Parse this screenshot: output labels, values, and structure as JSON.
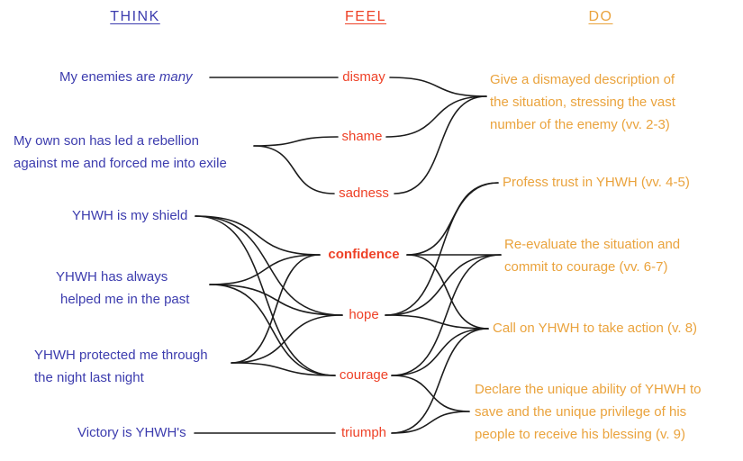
{
  "columns": [
    {
      "id": "think",
      "label": "THINK",
      "color": "#3c3cae"
    },
    {
      "id": "feel",
      "label": "FEEL",
      "color": "#ee4127"
    },
    {
      "id": "do",
      "label": "DO",
      "color": "#eaa33d"
    }
  ],
  "think": [
    {
      "id": "enemies",
      "pre": "My enemies are ",
      "em": "many"
    },
    {
      "id": "rebellion",
      "lines": [
        "My own son has led a rebellion",
        "against me and forced me into exile"
      ]
    },
    {
      "id": "shield",
      "lines": [
        "YHWH is my shield"
      ]
    },
    {
      "id": "helped",
      "lines": [
        "YHWH has always",
        "helped me in the past"
      ]
    },
    {
      "id": "protected",
      "lines": [
        "YHWH protected me through",
        "the night last night"
      ]
    },
    {
      "id": "victory",
      "lines": [
        "Victory is YHWH's"
      ]
    }
  ],
  "feel": [
    {
      "id": "dismay",
      "label": "dismay"
    },
    {
      "id": "shame",
      "label": "shame"
    },
    {
      "id": "sadness",
      "label": "sadness"
    },
    {
      "id": "confidence",
      "label": "confidence",
      "bold": true
    },
    {
      "id": "hope",
      "label": "hope"
    },
    {
      "id": "courage",
      "label": "courage"
    },
    {
      "id": "triumph",
      "label": "triumph"
    }
  ],
  "do": [
    {
      "id": "describe",
      "lines": [
        "Give a dismayed description of",
        "the situation, stressing the vast",
        "number of the enemy (vv. 2-3)"
      ]
    },
    {
      "id": "profess",
      "lines": [
        "Profess trust in YHWH (vv. 4-5)"
      ]
    },
    {
      "id": "reevaluate",
      "lines": [
        "Re-evaluate the situation and",
        "commit to courage (vv. 6-7)"
      ]
    },
    {
      "id": "call",
      "lines": [
        "Call on YHWH to take action (v. 8)"
      ]
    },
    {
      "id": "declare",
      "lines": [
        "Declare the unique ability of YHWH to",
        "save and the unique privilege of his",
        "people to receive his blessing (v. 9)"
      ]
    }
  ],
  "edges": {
    "stroke": "#1c1c1c",
    "width": 1.6,
    "anchors": {
      "enemies": {
        "out": [
          233,
          86
        ]
      },
      "rebellion": {
        "out": [
          282,
          162
        ]
      },
      "shield": {
        "out": [
          217,
          240
        ]
      },
      "helped": {
        "out": [
          233,
          316
        ]
      },
      "protected": {
        "out": [
          257,
          403
        ]
      },
      "victory": {
        "out": [
          216,
          481
        ]
      },
      "dismay": {
        "in": [
          375,
          86
        ],
        "out": [
          433,
          86
        ]
      },
      "shame": {
        "in": [
          375,
          152
        ],
        "out": [
          429,
          152
        ]
      },
      "sadness": {
        "in": [
          371,
          215
        ],
        "out": [
          438,
          215
        ]
      },
      "confidence": {
        "in": [
          355,
          283
        ],
        "out": [
          452,
          283
        ]
      },
      "hope": {
        "in": [
          380,
          350
        ],
        "out": [
          428,
          350
        ]
      },
      "courage": {
        "in": [
          372,
          417
        ],
        "out": [
          435,
          417
        ]
      },
      "triumph": {
        "in": [
          372,
          481
        ],
        "out": [
          435,
          481
        ]
      },
      "describe": {
        "in": [
          540,
          107
        ]
      },
      "profess": {
        "in": [
          553,
          203
        ]
      },
      "reevaluate": {
        "in": [
          556,
          283
        ]
      },
      "call": {
        "in": [
          542,
          365
        ]
      },
      "declare": {
        "in": [
          521,
          457
        ]
      }
    },
    "links": [
      [
        "enemies",
        "dismay"
      ],
      [
        "rebellion",
        "shame"
      ],
      [
        "rebellion",
        "sadness"
      ],
      [
        "shield",
        "confidence"
      ],
      [
        "shield",
        "hope"
      ],
      [
        "shield",
        "courage"
      ],
      [
        "helped",
        "confidence"
      ],
      [
        "helped",
        "hope"
      ],
      [
        "helped",
        "courage"
      ],
      [
        "protected",
        "confidence"
      ],
      [
        "protected",
        "hope"
      ],
      [
        "protected",
        "courage"
      ],
      [
        "victory",
        "triumph"
      ],
      [
        "dismay",
        "describe"
      ],
      [
        "shame",
        "describe"
      ],
      [
        "sadness",
        "describe"
      ],
      [
        "confidence",
        "profess"
      ],
      [
        "hope",
        "profess"
      ],
      [
        "confidence",
        "reevaluate"
      ],
      [
        "hope",
        "reevaluate"
      ],
      [
        "courage",
        "reevaluate"
      ],
      [
        "confidence",
        "call"
      ],
      [
        "hope",
        "call"
      ],
      [
        "courage",
        "call"
      ],
      [
        "triumph",
        "call"
      ],
      [
        "courage",
        "declare"
      ],
      [
        "triumph",
        "declare"
      ]
    ]
  }
}
